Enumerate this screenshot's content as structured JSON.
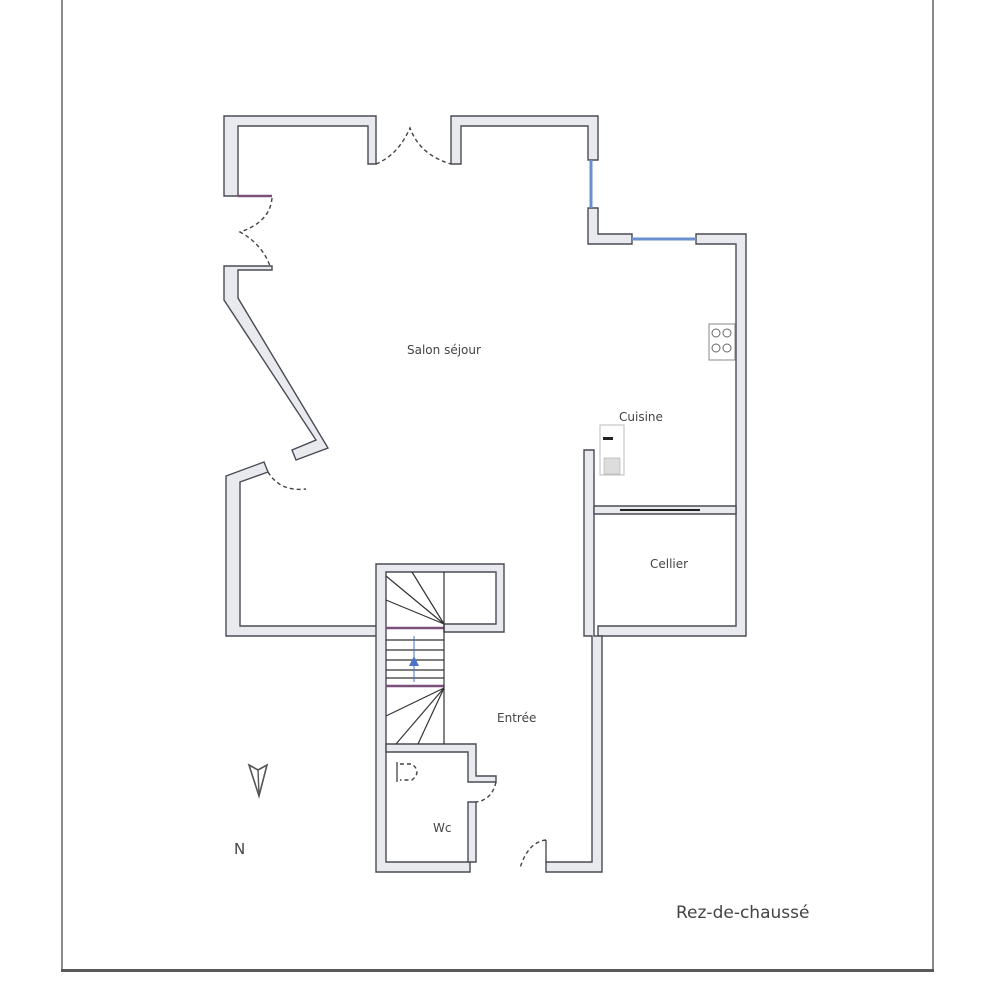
{
  "plan": {
    "title": "Rez-de-chaussé",
    "north_label": "N",
    "rooms": [
      {
        "name": "Salon séjour"
      },
      {
        "name": "Cuisine"
      },
      {
        "name": "Cellier"
      },
      {
        "name": "Entrée"
      },
      {
        "name": "Wc"
      }
    ],
    "icons": [
      "compass-arrow-icon",
      "staircase-icon",
      "toilet-icon",
      "cooktop-icon",
      "sink-icon",
      "door-swing-icon"
    ],
    "colors": {
      "wall_fill": "#e9eaee",
      "wall_stroke": "#4a4a55",
      "window_blue": "#6b8fd0",
      "opening_purple": "#7a4f7a",
      "stair_arrow": "#4a72c8",
      "text": "#444444"
    }
  }
}
